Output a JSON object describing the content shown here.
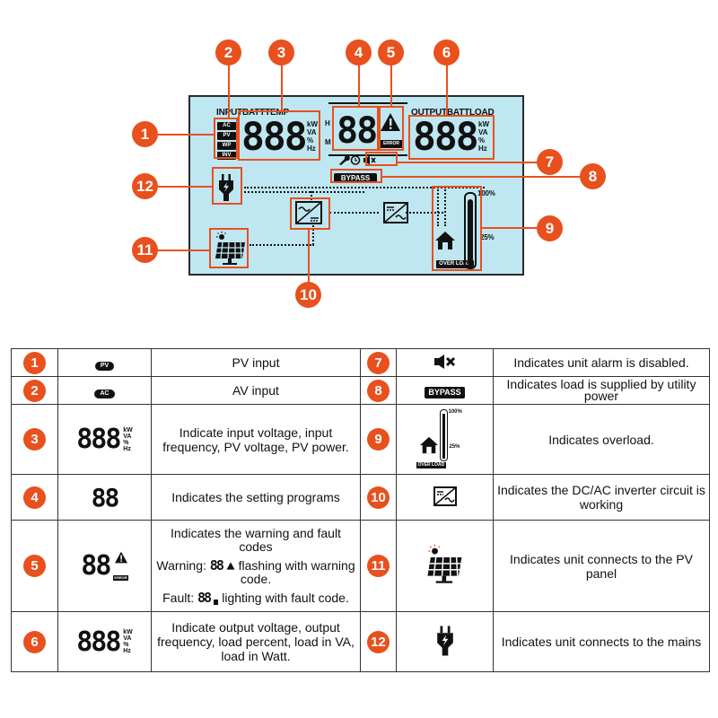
{
  "callouts": [
    "1",
    "2",
    "3",
    "4",
    "5",
    "6",
    "7",
    "8",
    "9",
    "10",
    "11",
    "12"
  ],
  "lcd": {
    "input_label": "INPUTBATTTEMP",
    "output_label": "OUTPUTBATTLOAD",
    "input_tags": [
      "AC",
      "PV",
      "WP",
      "INV"
    ],
    "digits3": "888",
    "digits2": "88",
    "units": [
      "kW",
      "VA",
      "%",
      "Hz"
    ],
    "h_mark": "H",
    "m_mark": "M",
    "error_label": "ERROR",
    "bypass_label": "BYPASS",
    "overload_label": "OVER LOAD",
    "pct_100": "100%",
    "pct_25": "25%"
  },
  "legend": {
    "rows": [
      {
        "n1": "1",
        "icon1": "PV",
        "d1": "PV input",
        "n2": "7",
        "d2": "Indicates unit alarm is disabled."
      },
      {
        "n1": "2",
        "icon1": "AC",
        "d1": "AV input",
        "n2": "8",
        "icon2": "BYPASS",
        "d2": "Indicates load is supplied by utility power"
      },
      {
        "n1": "3",
        "icon1": "888",
        "d1": "Indicate input voltage, input frequency, PV voltage, PV power.",
        "n2": "9",
        "icon2_100": "100%",
        "icon2_25": "25%",
        "icon2_ol": "OVER LOAD",
        "d2": "Indicates overload."
      },
      {
        "n1": "4",
        "icon1": "88",
        "d1": "Indicates the setting programs",
        "n2": "10",
        "d2": "Indicates the DC/AC inverter circuit is working"
      },
      {
        "n1": "5",
        "icon1": "88",
        "icon1_err": "ERROR",
        "d1_head": "Indicates the warning and fault codes",
        "d1_warn_a": "Warning:",
        "d1_warn_d": "88",
        "d1_warn_b": "flashing with warning code.",
        "d1_fault_a": "Fault:",
        "d1_fault_d": "88",
        "d1_fault_b": "lighting with fault code.",
        "n2": "11",
        "d2": "Indicates unit connects to the PV panel"
      },
      {
        "n1": "6",
        "icon1": "888",
        "d1": "Indicate output voltage, output frequency, load percent, load in VA, load in Watt.",
        "n2": "12",
        "d2": "Indicates unit connects to the mains"
      }
    ]
  },
  "colors": {
    "accent": "#e8501e",
    "lcd_bg": "#bfe7f1",
    "ink": "#111111"
  }
}
